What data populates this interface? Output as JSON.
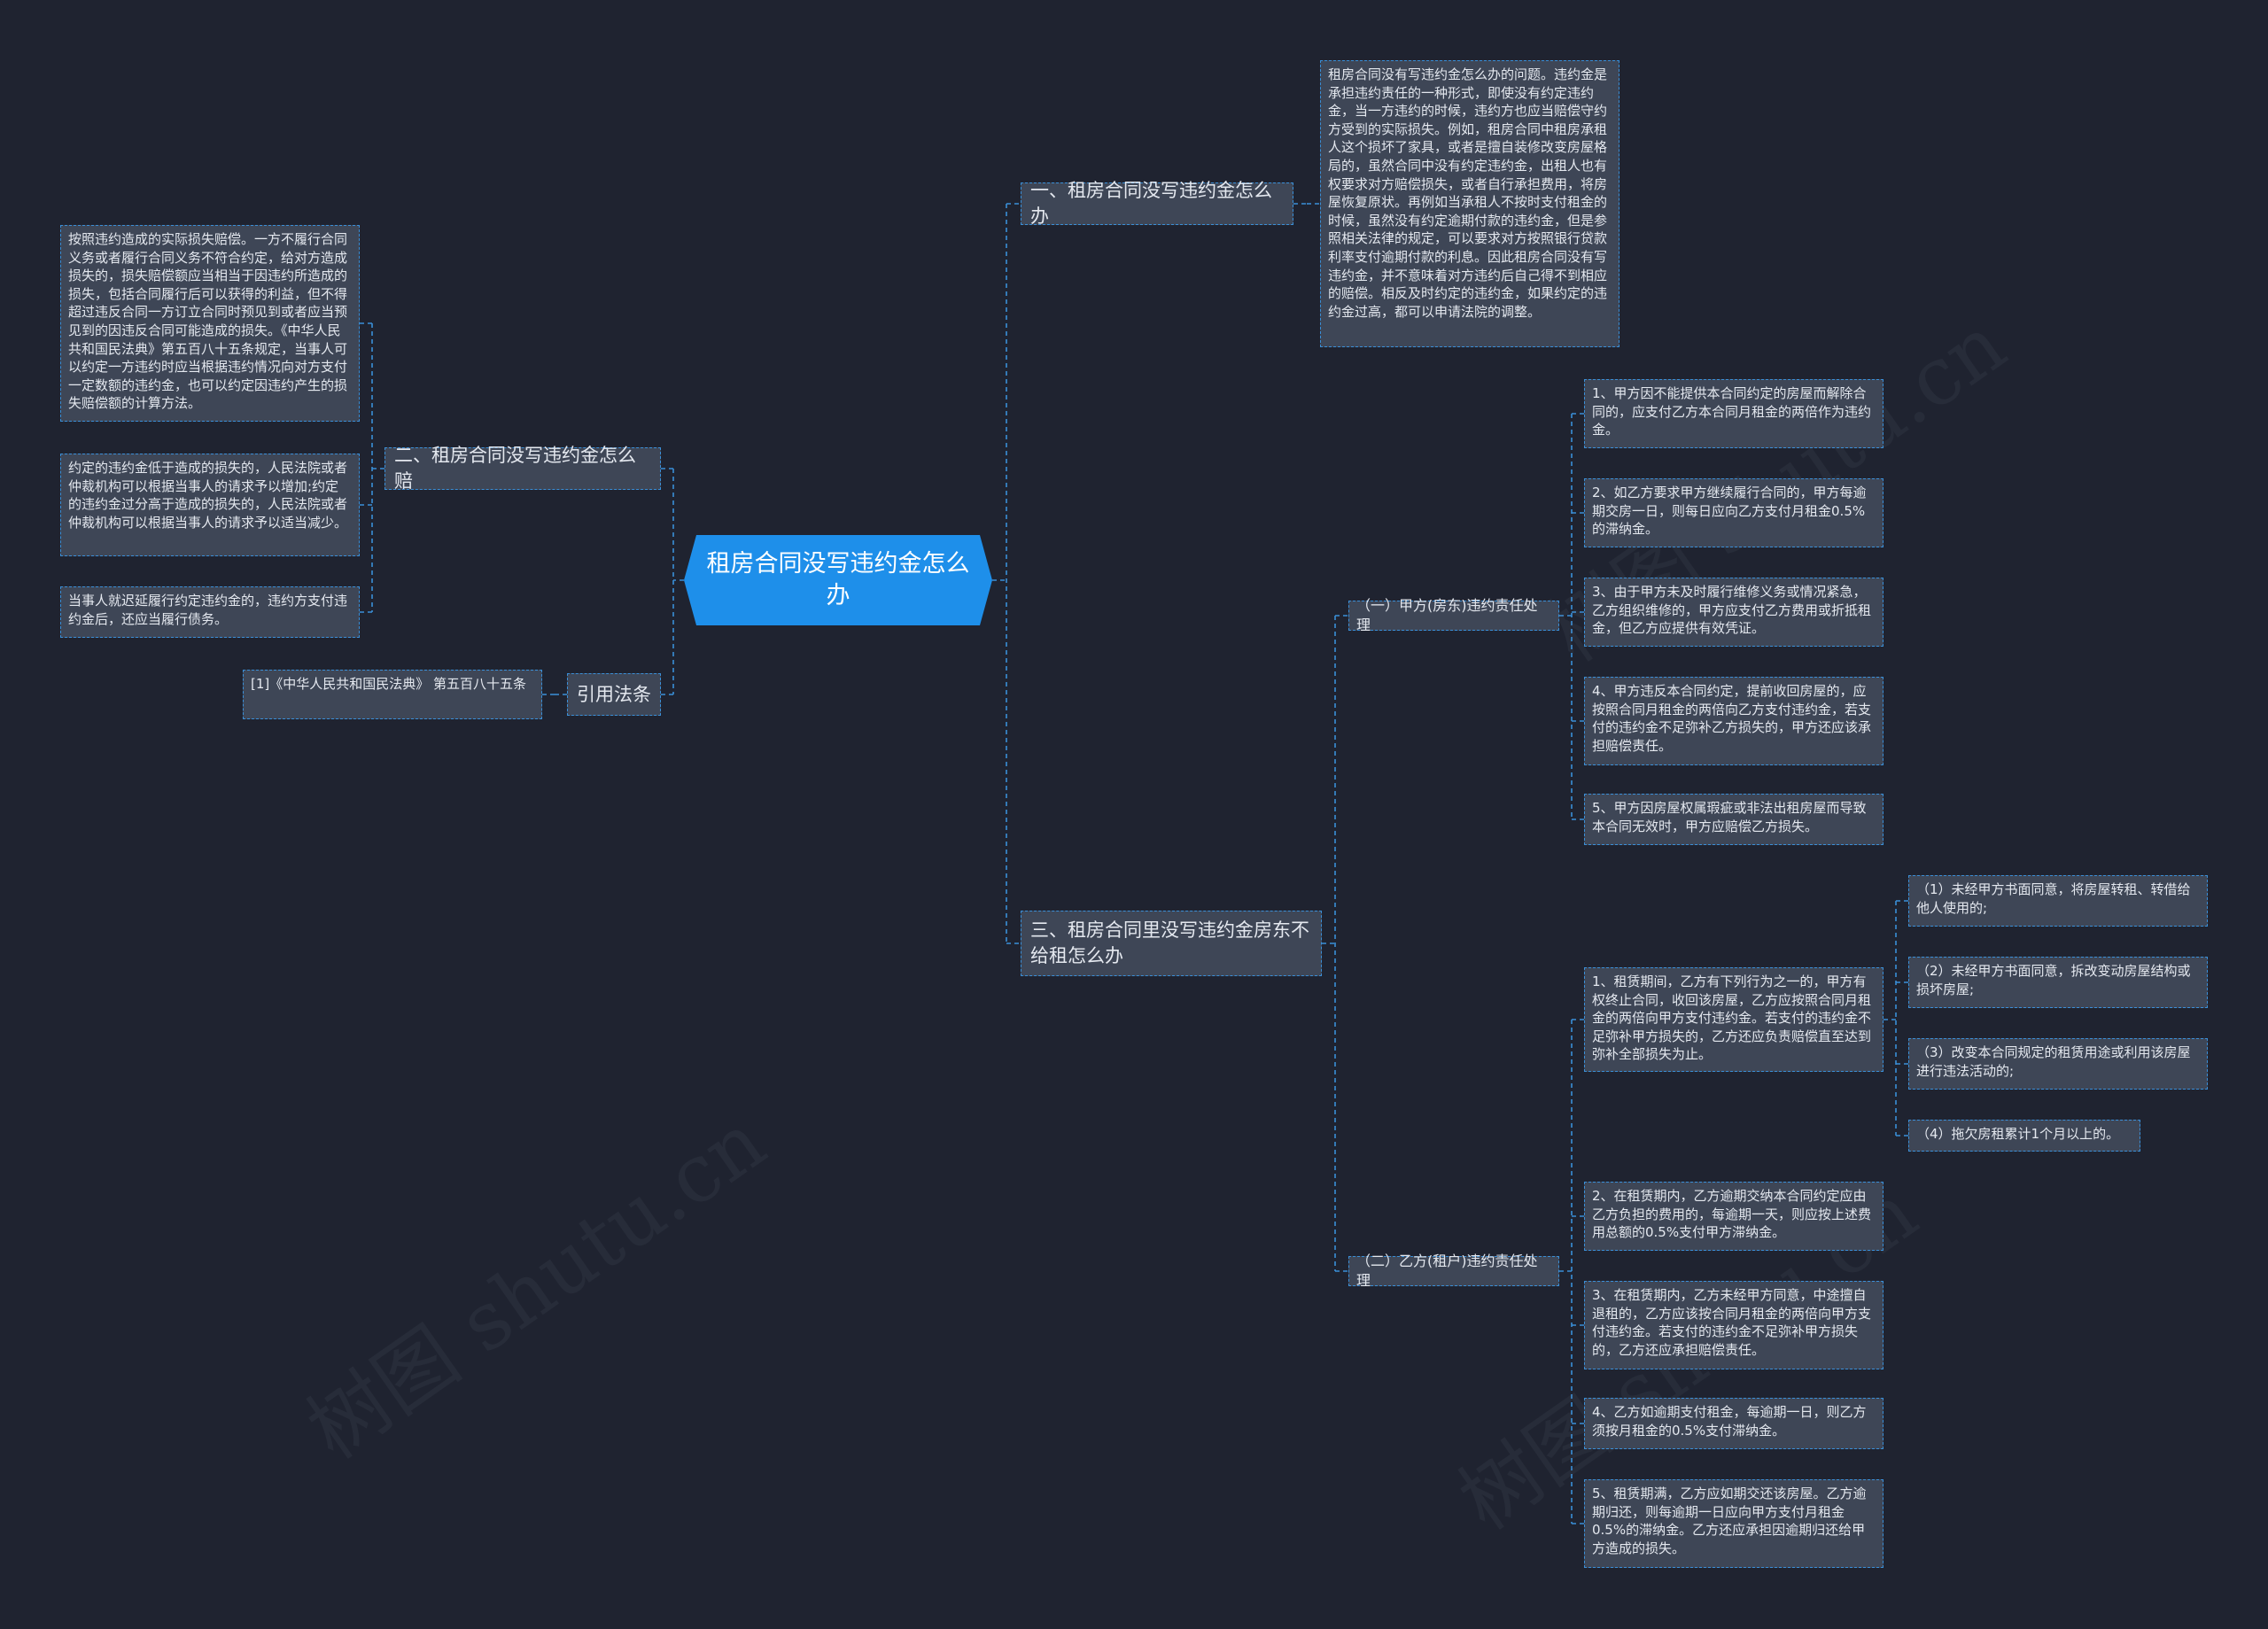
{
  "root": "租房合同没写违约金怎么办",
  "watermark": "树图 shutu.cn",
  "right": {
    "b1": {
      "label": "一、租房合同没写违约金怎么办",
      "text": "租房合同没有写违约金怎么办的问题。违约金是承担违约责任的一种形式，即使没有约定违约金，当一方违约的时候，违约方也应当赔偿守约方受到的实际损失。例如，租房合同中租房承租人这个损坏了家具，或者是擅自装修改变房屋格局的，虽然合同中没有约定违约金，出租人也有权要求对方赔偿损失，或者自行承担费用，将房屋恢复原状。再例如当承租人不按时支付租金的时候，虽然没有约定逾期付款的违约金，但是参照相关法律的规定，可以要求对方按照银行贷款利率支付逾期付款的利息。因此租房合同没有写违约金，并不意味着对方违约后自己得不到相应的赔偿。相反及时约定的违约金，如果约定的违约金过高，都可以申请法院的调整。"
    },
    "b3": {
      "label": "三、租房合同里没写违约金房东不给租怎么办",
      "s1": {
        "label": "（一）甲方(房东)违约责任处理",
        "items": [
          "1、甲方因不能提供本合同约定的房屋而解除合同的，应支付乙方本合同月租金的两倍作为违约金。",
          "2、如乙方要求甲方继续履行合同的，甲方每逾期交房一日，则每日应向乙方支付月租金0.5%的滞纳金。",
          "3、由于甲方未及时履行维修义务或情况紧急，乙方组织维修的，甲方应支付乙方费用或折抵租金，但乙方应提供有效凭证。",
          "4、甲方违反本合同约定，提前收回房屋的，应按照合同月租金的两倍向乙方支付违约金，若支付的违约金不足弥补乙方损失的，甲方还应该承担赔偿责任。",
          "5、甲方因房屋权属瑕疵或非法出租房屋而导致本合同无效时，甲方应赔偿乙方损失。"
        ]
      },
      "s2": {
        "label": "（二）乙方(租户)违约责任处理",
        "items": [
          "1、租赁期间，乙方有下列行为之一的，甲方有权终止合同，收回该房屋，乙方应按照合同月租金的两倍向甲方支付违约金。若支付的违约金不足弥补甲方损失的，乙方还应负责赔偿直至达到弥补全部损失为止。",
          "2、在租赁期内，乙方逾期交纳本合同约定应由乙方负担的费用的，每逾期一天，则应按上述费用总额的0.5%支付甲方滞纳金。",
          "3、在租赁期内，乙方未经甲方同意，中途擅自退租的，乙方应该按合同月租金的两倍向甲方支付违约金。若支付的违约金不足弥补甲方损失的，乙方还应承担赔偿责任。",
          "4、乙方如逾期支付租金，每逾期一日，则乙方须按月租金的0.5%支付滞纳金。",
          "5、租赁期满，乙方应如期交还该房屋。乙方逾期归还，则每逾期一日应向甲方支付月租金0.5%的滞纳金。乙方还应承担因逾期归还给甲方造成的损失。"
        ],
        "subitems": [
          "（1）未经甲方书面同意，将房屋转租、转借给他人使用的;",
          "（2）未经甲方书面同意，拆改变动房屋结构或损坏房屋;",
          "（3）改变本合同规定的租赁用途或利用该房屋进行违法活动的;",
          "（4）拖欠房租累计1个月以上的。"
        ]
      }
    }
  },
  "left": {
    "b2": {
      "label": "二、租房合同没写违约金怎么赔",
      "items": [
        "按照违约造成的实际损失赔偿。一方不履行合同义务或者履行合同义务不符合约定，给对方造成损失的，损失赔偿额应当相当于因违约所造成的损失，包括合同履行后可以获得的利益，但不得超过违反合同一方订立合同时预见到或者应当预见到的因违反合同可能造成的损失。《中华人民共和国民法典》第五百八十五条规定，当事人可以约定一方违约时应当根据违约情况向对方支付一定数额的违约金，也可以约定因违约产生的损失赔偿额的计算方法。",
        "约定的违约金低于造成的损失的，人民法院或者仲裁机构可以根据当事人的请求予以增加;约定的违约金过分高于造成的损失的，人民法院或者仲裁机构可以根据当事人的请求予以适当减少。",
        "当事人就迟延履行约定违约金的，违约方支付违约金后，还应当履行债务。"
      ]
    },
    "cite": {
      "label": "引用法条",
      "item": "[1]《中华人民共和国民法典》 第五百八十五条"
    }
  }
}
